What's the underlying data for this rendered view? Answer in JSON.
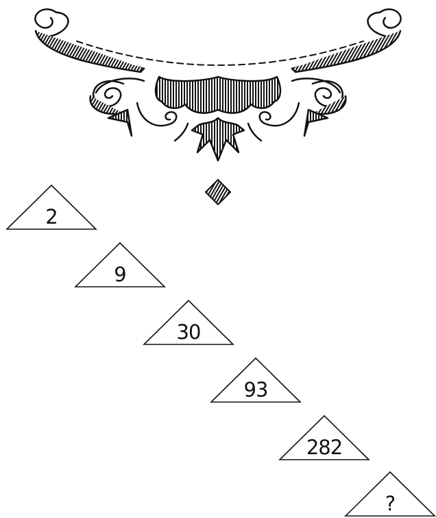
{
  "sequence": [
    "2",
    "9",
    "30",
    "93",
    "282",
    "?"
  ]
}
